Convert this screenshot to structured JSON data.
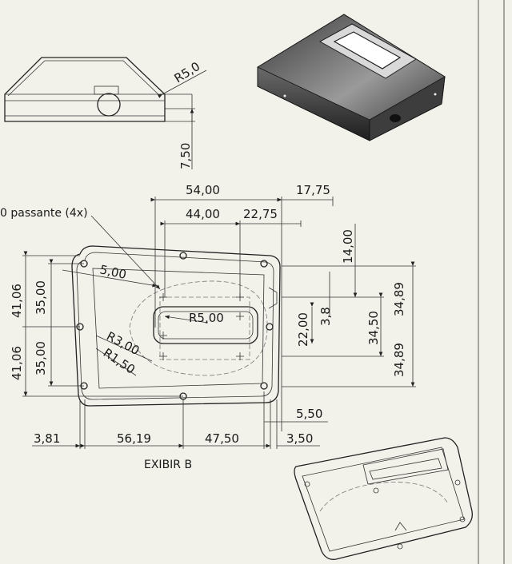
{
  "drawing": {
    "side_view": {
      "radius": "R5,0",
      "height": "7,50"
    },
    "top_dims": {
      "w54": "54,00",
      "w1775": "17,75",
      "w44": "44,00",
      "w2275": "22,75",
      "hole_note": "0 passante (4x)",
      "left_4106_top": "41,06",
      "left_35_top": "35,00",
      "left_4106_bot": "41,06",
      "left_35_bot": "35,00",
      "r500_a": "5,00",
      "r500_slot": "R5,00",
      "r300": "R3,00",
      "r150": "R1,50",
      "v14": "14,00",
      "v22": "22,00",
      "v38": "3,8",
      "v3450": "34,50",
      "v3489_top": "34,89",
      "v3489_bot": "34,89",
      "b381": "3,81",
      "b5619": "56,19",
      "b4750": "47,50",
      "b350": "3,50",
      "b550": "5,50"
    },
    "view_label": "EXIBIR B"
  },
  "colors": {
    "paper": "#f2f2ea",
    "line": "#222222",
    "body_shade": "#5a5a5a"
  }
}
